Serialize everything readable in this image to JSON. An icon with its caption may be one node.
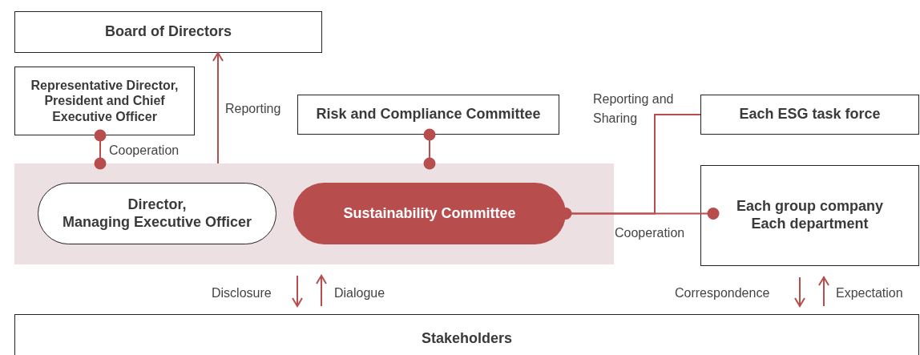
{
  "diagram": {
    "nodes": [
      {
        "text": [
          "Board of Directors"
        ]
      },
      {
        "text": [
          "Representative Director, President and Chief Executive Officer"
        ]
      },
      {
        "text": [
          "Risk and Compliance Committee"
        ]
      },
      {
        "text": [
          "Each ESG task force"
        ]
      },
      {
        "text": [],
        "shape": "box"
      },
      {
        "text": [
          "Director,",
          "Managing Executive Officer"
        ],
        "in": 4
      },
      {
        "text": [
          "Sustainability Committee"
        ],
        "in": 4
      },
      {
        "text": [
          "Each group company",
          "Each department"
        ]
      },
      {
        "text": [
          "Stakeholders"
        ]
      }
    ],
    "edges": [
      {
        "from": 1,
        "to": 4,
        "arrow": "other",
        "label": "Cooperation"
      },
      {
        "from": 4,
        "to": 0,
        "arrow": "to",
        "label": "Reporting"
      },
      {
        "from": 2,
        "to": 4,
        "arrow": "other"
      },
      {
        "from": 6,
        "to": 7,
        "arrow": "other",
        "label": "Cooperation"
      },
      {
        "from": 6,
        "to": 3,
        "arrow": "none",
        "label": "Reporting and Sharing"
      },
      {
        "from": 4,
        "to": 8,
        "arrow": "to",
        "label": "Disclosure"
      },
      {
        "from": 8,
        "to": 4,
        "arrow": "to",
        "label": "Dialogue"
      },
      {
        "from": 7,
        "to": 8,
        "arrow": "to",
        "label": "Correspondence"
      },
      {
        "from": 8,
        "to": 7,
        "arrow": "to",
        "label": "Expectation"
      }
    ]
  }
}
